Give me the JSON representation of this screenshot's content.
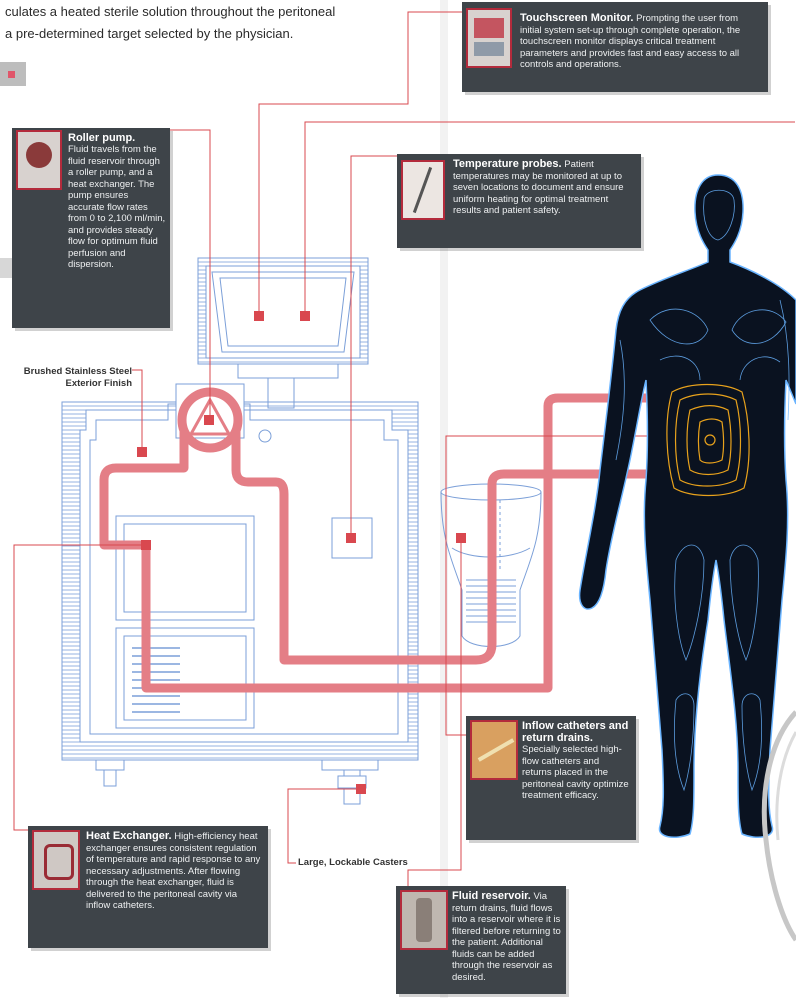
{
  "intro": {
    "line1": "culates a heated sterile solution throughout the peritoneal",
    "line2": "a pre-determined target selected by the physician."
  },
  "labels": {
    "exterior": [
      "Brushed Stainless Steel",
      "Exterior Finish"
    ],
    "casters": "Large, Lockable Casters"
  },
  "callouts": {
    "touchscreen": {
      "title": "Touchscreen Monitor.",
      "body": "Prompting the user from initial system set-up through complete operation, the touchscreen monitor displays critical treatment parameters and provides fast and easy access to all controls and operations."
    },
    "roller_pump": {
      "title": "Roller pump.",
      "body": "Fluid travels from the fluid reservoir through a roller pump, and a heat exchanger. The pump ensures accurate flow rates from 0 to 2,100 ml/min, and provides steady flow for optimum fluid perfusion and dispersion."
    },
    "temperature_probes": {
      "title": "Temperature probes.",
      "body": "Patient temperatures may be monitored at up to seven locations to document and ensure uniform heating for optimal treatment results and patient safety."
    },
    "inflow_catheters": {
      "title": "Inflow catheters and return drains.",
      "body": "Specially selected high-flow catheters and returns placed in the peritoneal cavity optimize treatment efficacy."
    },
    "heat_exchanger": {
      "title": "Heat Exchanger.",
      "body": "High-efficiency heat exchanger ensures consistent regulation of temperature and rapid response to any necessary adjustments. After flowing through the heat exchanger, fluid is delivered to the peritoneal cavity via inflow catheters."
    },
    "fluid_reservoir": {
      "title": "Fluid reservoir.",
      "body": "Via return drains, fluid flows into a reservoir where it is filtered before returning to the patient. Additional fluids can be added through the reservoir as desired."
    }
  },
  "colors": {
    "callout_bg": "#3e4449",
    "leader": "#d9484f",
    "tube": "#e47e86",
    "machine_line": "#7b9fd8",
    "body_outline": "#6ab4ff",
    "abdomen": "#e8a21c"
  }
}
